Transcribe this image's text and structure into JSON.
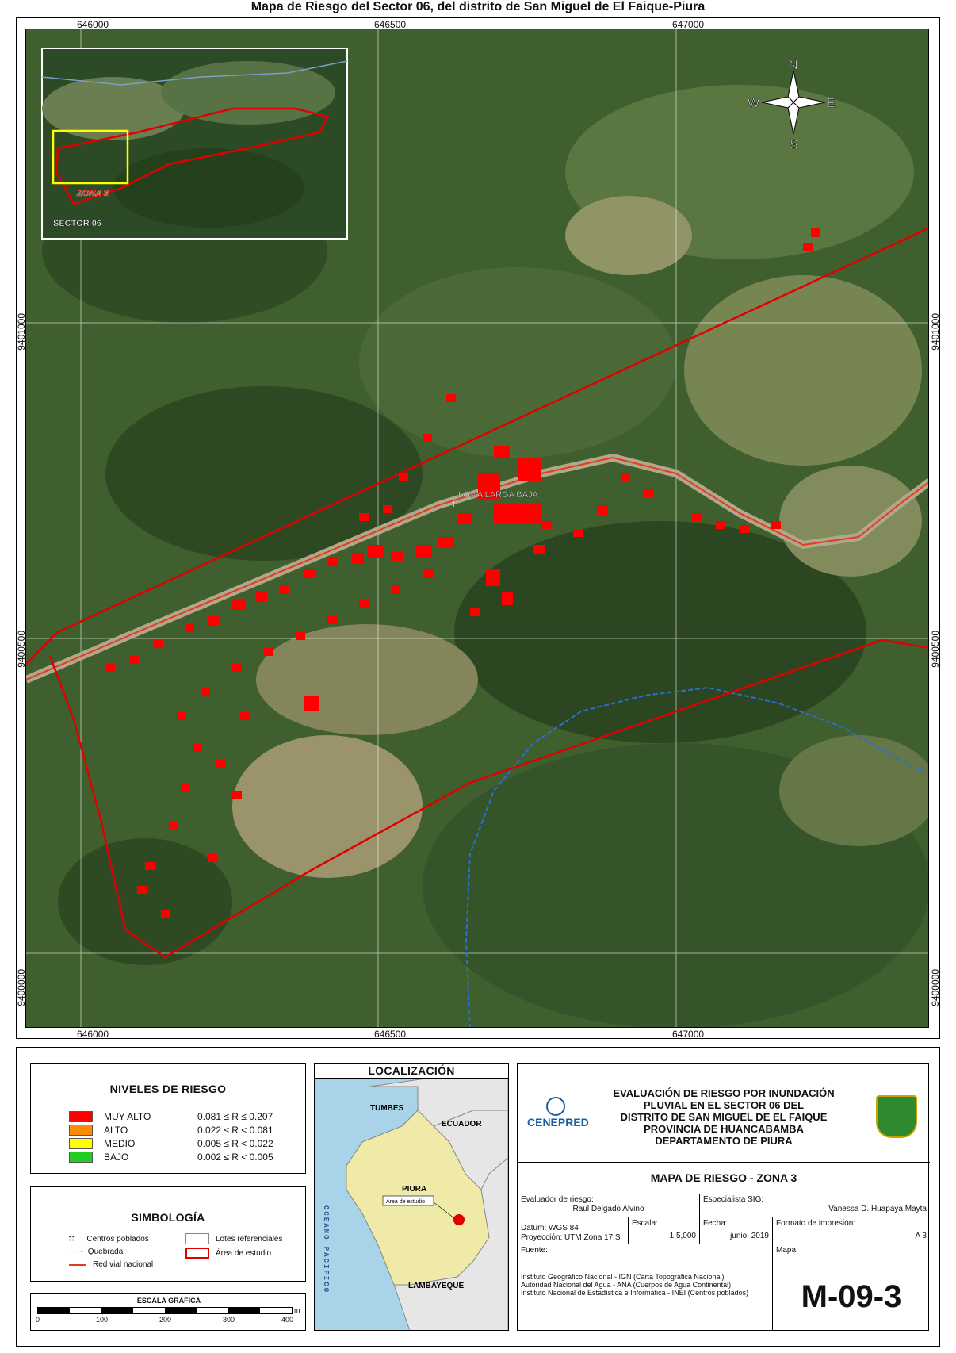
{
  "heading": "Mapa de Riesgo del Sector 06, del distrito de San Miguel de El Faique-Piura",
  "map": {
    "top_x_ticks": [
      "646000",
      "646500",
      "647000"
    ],
    "bottom_x_ticks": [
      "646000",
      "646500",
      "647000"
    ],
    "left_y_ticks": [
      "9401000",
      "9400500",
      "9400000"
    ],
    "right_y_ticks": [
      "9401000",
      "9400500",
      "9400000"
    ],
    "place_label": "LOMA LARGA BAJA",
    "inset_zone_label": "ZONA 3",
    "inset_sector_label": "SECTOR 06",
    "compass": {
      "n": "N",
      "s": "S",
      "e": "E",
      "w": "W"
    }
  },
  "legend": {
    "title": "NIVELES DE RIESGO",
    "items": [
      {
        "label": "MUY ALTO",
        "range": "0.081 ≤ R ≤ 0.207",
        "color": "#ff0000"
      },
      {
        "label": "ALTO",
        "range": "0.022 ≤ R < 0.081",
        "color": "#ff8c00"
      },
      {
        "label": "MEDIO",
        "range": "0.005 ≤ R < 0.022",
        "color": "#ffff00"
      },
      {
        "label": "BAJO",
        "range": "0.002 ≤ R < 0.005",
        "color": "#22cc22"
      }
    ]
  },
  "simbologia": {
    "title": "SIMBOLOGÍA",
    "items": [
      "Centros poblados",
      "Quebrada",
      "Red vial nacional",
      "Lotes referenciales",
      "Área de estudio"
    ]
  },
  "scale_bar": {
    "title": "ESCALA GRÁFICA",
    "ticks": [
      "0",
      "100",
      "200",
      "300",
      "400"
    ],
    "unit": "m"
  },
  "localizacion": {
    "title": "LOCALIZACIÓN",
    "labels": {
      "tumbes": "TUMBES",
      "ecuador": "ECUADOR",
      "piura": "PIURA",
      "area": "Área de estudio",
      "lambayeque": "LAMBAYEQUE",
      "ocean": "OCEANO PACIFICO"
    }
  },
  "title_block": {
    "title_lines": [
      "EVALUACIÓN DE RIESGO POR INUNDACIÓN",
      "PLUVIAL EN EL SECTOR 06 DEL",
      "DISTRITO DE SAN MIGUEL DE EL FAIQUE",
      "PROVINCIA DE HUANCABAMBA",
      "DEPARTAMENTO DE PIURA"
    ],
    "logo_text": "CENEPRED",
    "map_name": "MAPA DE RIESGO - ZONA 3",
    "evaluador_label": "Evaluador de riesgo:",
    "evaluador": "Raul Delgado Alvino",
    "especialista_label": "Especialista SIG:",
    "especialista": "Vanessa D. Huapaya Mayta",
    "datum": "Datum: WGS 84",
    "proyeccion": "Proyección: UTM Zona 17 S",
    "escala_label": "Escala:",
    "escala": "1:5,000",
    "fecha_label": "Fecha:",
    "fecha": "junio, 2019",
    "formato_label": "Formato de impresión:",
    "formato": "A 3",
    "fuente_label": "Fuente:",
    "fuente_lines": [
      "Instituto Geográfico Nacional - IGN (Carta Topográfica Nacional)",
      "Autoridad Nacional del Agua - ANA (Cuerpos de Agua Continental)",
      "Instituto Nacional de Estadística e Informática - INEI (Centros poblados)"
    ],
    "mapa_label": "Mapa:",
    "mapa_code": "M-09-3"
  }
}
